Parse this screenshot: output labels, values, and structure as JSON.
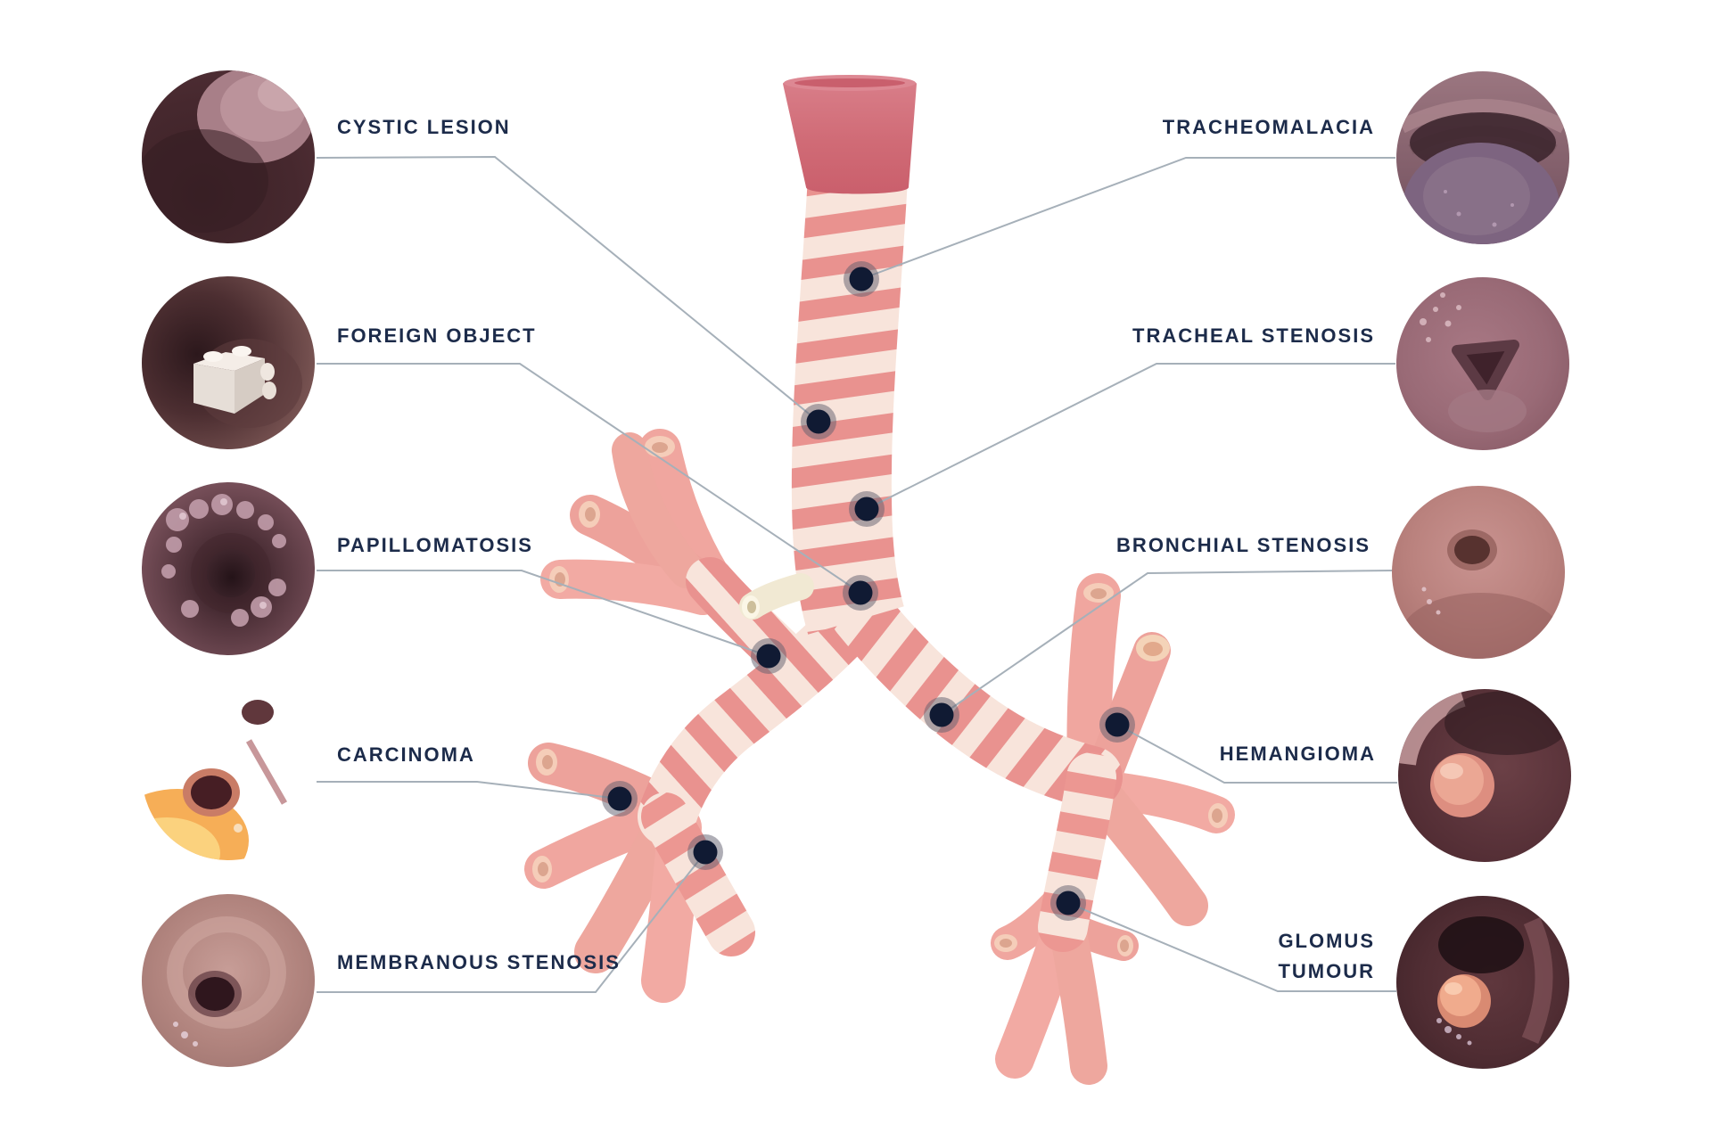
{
  "legend_left": [
    {
      "id": "cystic-lesion",
      "label": "CYSTIC LESION"
    },
    {
      "id": "foreign-object",
      "label": "FOREIGN OBJECT"
    },
    {
      "id": "papillomatosis",
      "label": "PAPILLOMATOSIS"
    },
    {
      "id": "carcinoma",
      "label": "CARCINOMA"
    },
    {
      "id": "membranous-stenosis",
      "label": "MEMBRANOUS STENOSIS"
    }
  ],
  "legend_right": [
    {
      "id": "tracheomalacia",
      "label": "TRACHEOMALACIA"
    },
    {
      "id": "tracheal-stenosis",
      "label": "TRACHEAL STENOSIS"
    },
    {
      "id": "bronchial-stenosis",
      "label": "BRONCHIAL STENOSIS"
    },
    {
      "id": "hemangioma",
      "label": "HEMANGIOMA"
    },
    {
      "id": "glomus-tumour",
      "label": "GLOMUS TUMOUR"
    }
  ],
  "colors": {
    "background": "#ffffff",
    "label_text": "#1c2b4a",
    "leader_line": "#a6b0b9",
    "marker_dot": "#101a33",
    "model_pink": "#e9928f",
    "model_stripe_cream": "#f8e4db",
    "larynx_rose": "#d06b76"
  }
}
